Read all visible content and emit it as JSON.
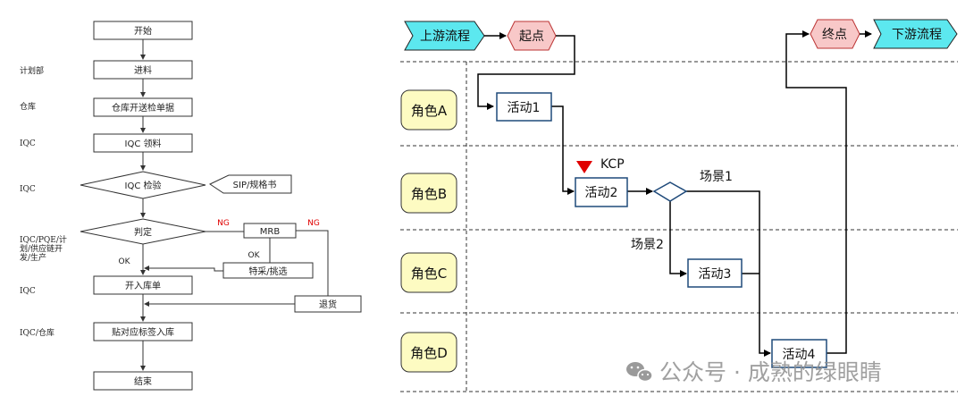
{
  "left_flow": {
    "roles": [
      "计划部",
      "仓库",
      "IQC",
      "IQC",
      "IQC/PQE/计",
      "划/供应链开",
      "发/生产",
      "IQC",
      "IQC/仓库"
    ],
    "steps": [
      "开始",
      "进料",
      "仓库开送检单据",
      "IQC 领料",
      "IQC 检验",
      "判定",
      "开入库单",
      "贴对应标签入库",
      "结束"
    ],
    "side": {
      "sip": "SIP/规格书",
      "mrb": "MRB",
      "special": "特采/挑选",
      "return": "退货"
    },
    "labels": {
      "ng1": "NG",
      "ng2": "NG",
      "ok1": "OK",
      "ok2": "OK"
    }
  },
  "right_flow": {
    "upstream": "上游流程",
    "start": "起点",
    "end": "终点",
    "downstream": "下游流程",
    "roles": [
      "角色A",
      "角色B",
      "角色C",
      "角色D"
    ],
    "activities": [
      "活动1",
      "活动2",
      "活动3",
      "活动4"
    ],
    "kcp": "KCP",
    "scene1": "场景1",
    "scene2": "场景2"
  },
  "watermark": "公众号 · 成熟的绿眼睛",
  "colors": {
    "upstream_fill": "#5ce8ef",
    "node_fill": "#f8c8c8",
    "role_fill": "#fdfbc2",
    "activity_border": "#1f4a7a",
    "kcp": "#e00000",
    "ng": "#e00000"
  }
}
